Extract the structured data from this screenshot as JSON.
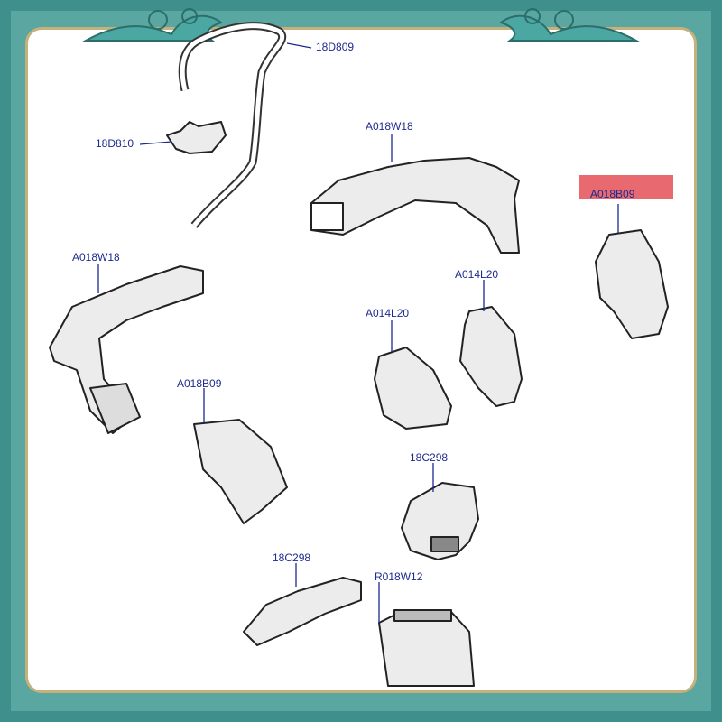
{
  "labels": {
    "18D809": "18D809",
    "18D810": "18D810",
    "A018W18_top": "A018W18",
    "A018W18_left": "A018W18",
    "A018B09_highlight": "A018B09",
    "A018B09_mid": "A018B09",
    "A014L20_right": "A014L20",
    "A014L20_mid": "A014L20",
    "18C298_right": "18C298",
    "18C298_bottom": "18C298",
    "R018W12": "R018W12"
  },
  "colors": {
    "frame": "#3f8f8c",
    "frame_inner": "#5aa6a1",
    "panel_border": "#c7b07a",
    "label_text": "#1d2a8f",
    "highlight": "#e8696f"
  }
}
